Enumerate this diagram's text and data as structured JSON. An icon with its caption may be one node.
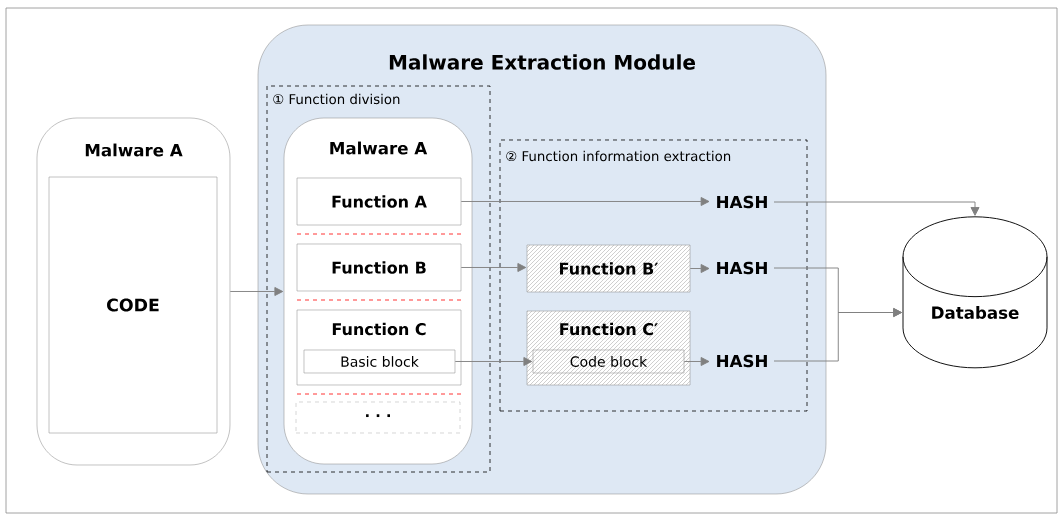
{
  "diagram": {
    "nodes": [
      {
        "text": [
          "Malware Extraction Module"
        ]
      },
      {
        "text": [
          "Malware A"
        ]
      },
      {
        "text": [
          "CODE"
        ],
        "in": 1
      },
      {
        "text": [
          "① Function division"
        ],
        "in": 0
      },
      {
        "text": [
          "Malware A"
        ],
        "in": 3
      },
      {
        "text": [
          "Function A"
        ],
        "in": 4
      },
      {
        "text": [
          "Function B"
        ],
        "in": 4
      },
      {
        "text": [
          "Function C"
        ],
        "in": 4
      },
      {
        "text": [
          "Basic block"
        ],
        "in": 7
      },
      {
        "text": [
          "· · ·"
        ],
        "in": 4
      },
      {
        "text": [
          "② Function information extraction"
        ],
        "in": 0
      },
      {
        "text": [
          "HASH"
        ],
        "in": 10
      },
      {
        "text": [
          "Function B′"
        ],
        "in": 10
      },
      {
        "text": [
          "HASH"
        ],
        "in": 10
      },
      {
        "text": [
          "Function C′"
        ],
        "in": 10
      },
      {
        "text": [
          "Code block"
        ],
        "in": 14
      },
      {
        "text": [
          "HASH"
        ],
        "in": 10
      },
      {
        "text": [
          "Database"
        ]
      }
    ],
    "edges": [
      {
        "from": 1,
        "to": 4,
        "arrow": "to"
      },
      {
        "from": 5,
        "to": 11,
        "arrow": "to"
      },
      {
        "from": 6,
        "to": 12,
        "arrow": "to"
      },
      {
        "from": 12,
        "to": 13,
        "arrow": "to"
      },
      {
        "from": 8,
        "to": 15,
        "arrow": "to"
      },
      {
        "from": 15,
        "to": 16,
        "arrow": "to"
      },
      {
        "from": 11,
        "to": 17,
        "arrow": "to"
      },
      {
        "from": 13,
        "to": 17,
        "arrow": "to"
      },
      {
        "from": 16,
        "to": 17,
        "arrow": "to"
      }
    ]
  }
}
